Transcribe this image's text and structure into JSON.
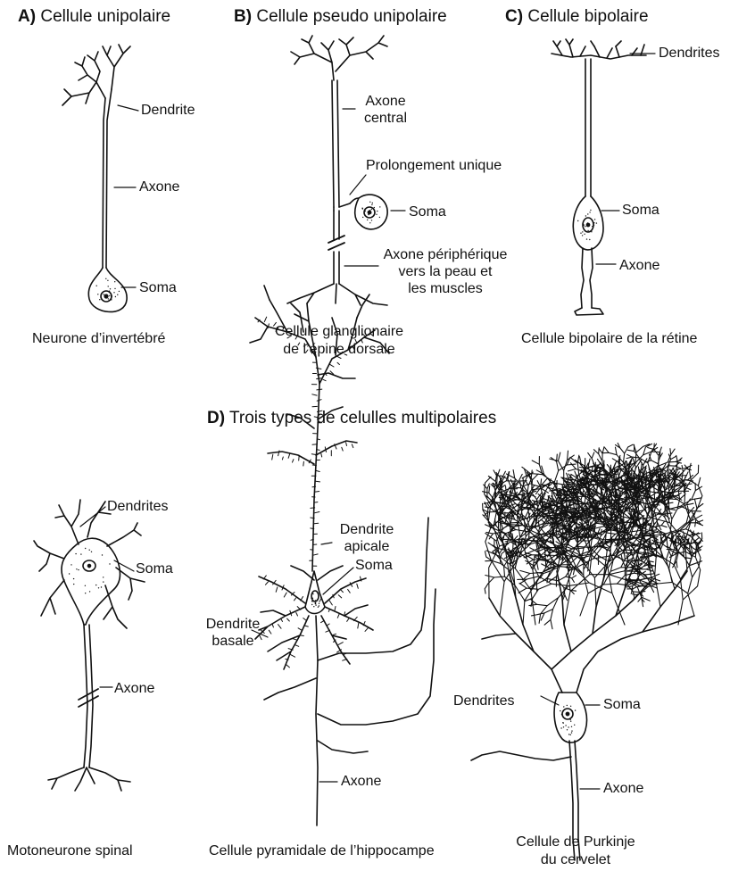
{
  "titles": {
    "a_letter": "A)",
    "a_text": "Cellule unipolaire",
    "b_letter": "B)",
    "b_text": "Cellule pseudo unipolaire",
    "c_letter": "C)",
    "c_text": "Cellule bipolaire",
    "d_letter": "D)",
    "d_text": "Trois types de celulles multipolaires"
  },
  "labels": {
    "a_dendrite": "Dendrite",
    "a_axone": "Axone",
    "a_soma": "Soma",
    "b_axone_central_1": "Axone",
    "b_axone_central_2": "central",
    "b_prolongement": "Prolongement unique",
    "b_soma": "Soma",
    "b_axone_periph_1": "Axone périphérique",
    "b_axone_periph_2": "vers la peau et",
    "b_axone_periph_3": "les muscles",
    "c_dendrites": "Dendrites",
    "c_soma": "Soma",
    "c_axone": "Axone",
    "d1_dendrites": "Dendrites",
    "d1_soma": "Soma",
    "d1_axone": "Axone",
    "d2_dendrite_apicale_1": "Dendrite",
    "d2_dendrite_apicale_2": "apicale",
    "d2_soma": "Soma",
    "d2_dendrite_basale_1": "Dendrite",
    "d2_dendrite_basale_2": "basale",
    "d2_axone": "Axone",
    "d3_dendrites": "Dendrites",
    "d3_soma": "Soma",
    "d3_axone": "Axone"
  },
  "captions": {
    "a": "Neurone d’invertébré",
    "b_1": "Cellule glanglionaire",
    "b_2": "de l’épine dorsale",
    "c": "Cellule bipolaire de la rétine",
    "d1": "Motoneurone spinal",
    "d2": "Cellule pyramidale de l’hippocampe",
    "d3_1": "Cellule de Purkinje",
    "d3_2": "du cervelet"
  }
}
